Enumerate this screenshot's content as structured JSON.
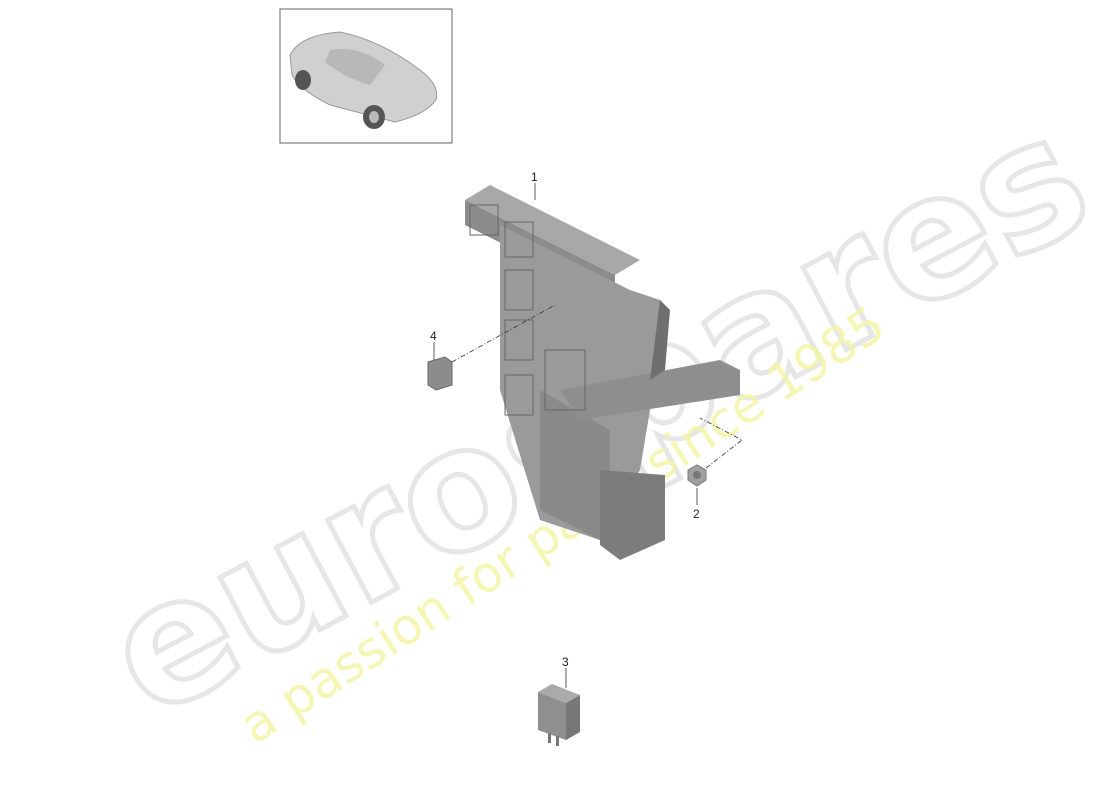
{
  "diagram": {
    "thumbnail": {
      "icon": "sports-coupe-car-icon"
    },
    "parts": [
      {
        "number": "1",
        "name_icon": "fuse-box-icon"
      },
      {
        "number": "2",
        "name_icon": "nut-icon"
      },
      {
        "number": "3",
        "name_icon": "relay-icon"
      },
      {
        "number": "4",
        "name_icon": "fuse-icon"
      }
    ]
  },
  "watermark": {
    "logo": "eurospares",
    "tagline": "a passion for parts since 1985",
    "colors": {
      "logo": "#e6e6e6",
      "tagline": "#f4f4a8"
    }
  }
}
